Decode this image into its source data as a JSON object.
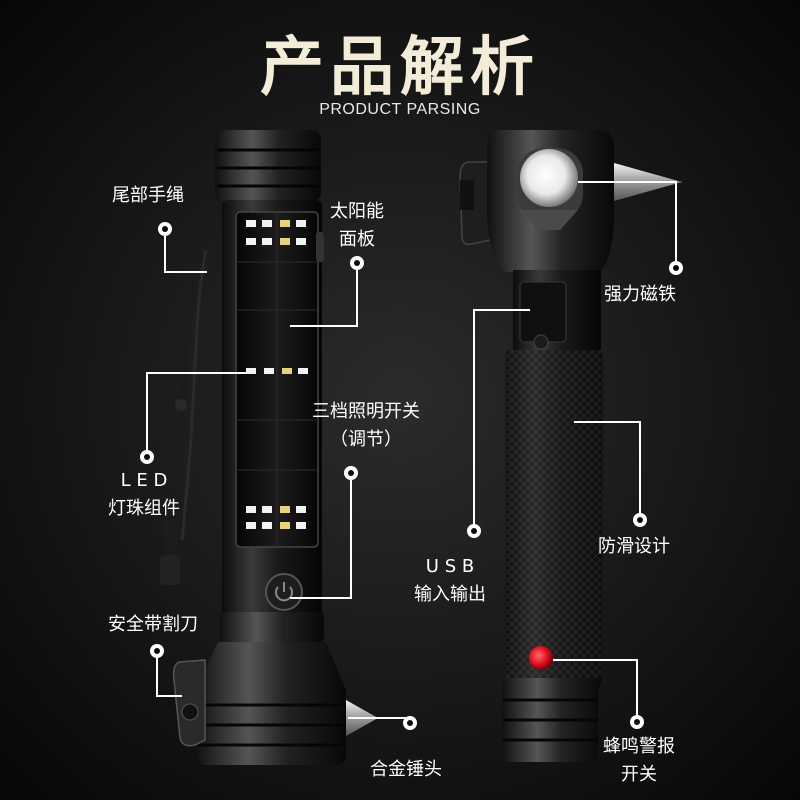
{
  "header": {
    "title": "产品解析",
    "subtitle": "PRODUCT PARSING"
  },
  "callouts": {
    "tail_rope": {
      "line1": "尾部手绳"
    },
    "solar_panel": {
      "line1": "太阳能",
      "line2": "面板"
    },
    "led": {
      "line1": "L E D",
      "line2": "灯珠组件"
    },
    "light_switch": {
      "line1": "三档照明开关",
      "line2": "（调节）"
    },
    "belt_cutter": {
      "line1": "安全带割刀"
    },
    "hammer": {
      "line1": "合金锤头"
    },
    "magnet": {
      "line1": "强力磁铁"
    },
    "anti_slip": {
      "line1": "防滑设计"
    },
    "usb": {
      "line1": "U S B",
      "line2": "输入输出"
    },
    "alarm": {
      "line1": "蜂鸣警报",
      "line2": "开关"
    }
  },
  "colors": {
    "background": "#0b0b0b",
    "title": "#f3ecd9",
    "label": "#ffffff",
    "alarm_button": "#e0121f"
  }
}
